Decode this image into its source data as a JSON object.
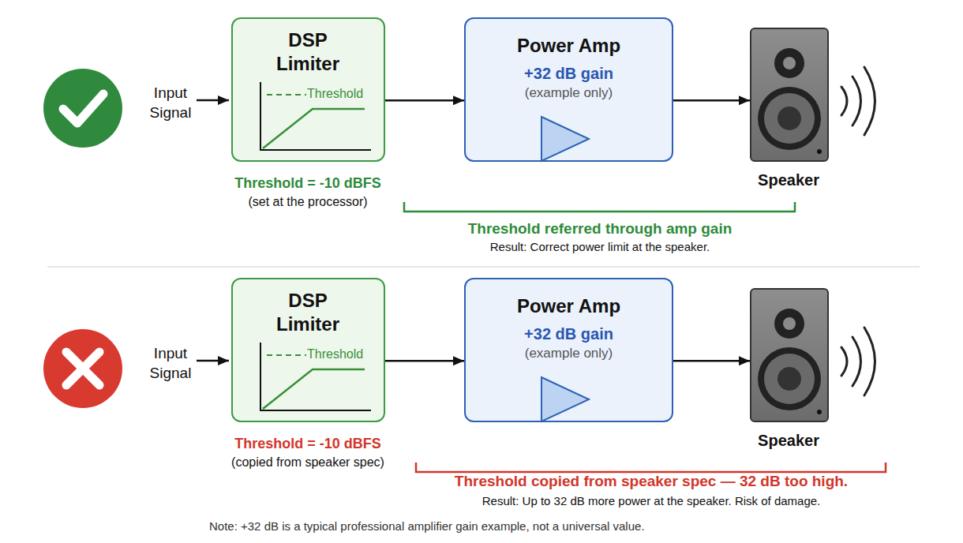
{
  "diagram": {
    "nodes": [
      {
        "text": [
          "DSP Limiter",
          "Threshold"
        ]
      },
      {
        "text": [
          "Power Amp",
          "+32 dB gain",
          "(example only)"
        ]
      },
      {
        "text": [
          "Speaker"
        ]
      },
      {
        "text": [
          "DSP Limiter",
          "Threshold"
        ]
      },
      {
        "text": [
          "Power Amp",
          "+32 dB gain",
          "(example only)"
        ]
      },
      {
        "text": [
          "Speaker"
        ]
      }
    ],
    "edges": [
      {
        "from": 0,
        "to": 1,
        "arrow": "to"
      },
      {
        "from": 1,
        "to": 2,
        "arrow": "to"
      },
      {
        "from": 3,
        "to": 4,
        "arrow": "to"
      },
      {
        "from": 4,
        "to": 5,
        "arrow": "to"
      }
    ],
    "labels": [
      "Input Signal",
      "Threshold = -10 dBFS",
      "(set at the processor)",
      "Threshold referred through amp gain",
      "Result: Correct power limit at the speaker.",
      "Input Signal",
      "Threshold = -10 dBFS",
      "(copied from speaker spec)",
      "Threshold copied from speaker spec — 32 dB too high.",
      "Result: Up to 32 dB more power at the speaker. Risk of damage.",
      "Note: +32 dB is a typical professional amplifier gain example, not a universal value."
    ]
  }
}
